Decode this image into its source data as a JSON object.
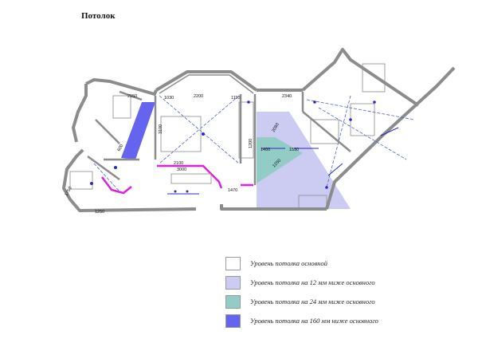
{
  "title": "Потолок",
  "colors": {
    "base": "#ffffff",
    "minus12": "#ccccf2",
    "minus24": "#93cbc6",
    "minus160": "#6464ee",
    "wall": "#8c8c8c",
    "accent": "#e020e0",
    "fixture": "#2a2acc"
  },
  "legend": [
    {
      "label": "Уровень потолка основной",
      "color": "#ffffff"
    },
    {
      "label": "Уровень потолка на 12 мм ниже основного",
      "color": "#ccccf2"
    },
    {
      "label": "Уровень потолка на 24 мм ниже основного",
      "color": "#93cbc6"
    },
    {
      "label": "Уровень потолка на 160 мм ниже основного",
      "color": "#6464ee"
    }
  ],
  "dimensions": {
    "d1": "1030",
    "d2": "2200",
    "d3": "1110",
    "d4": "2340",
    "d5": "2150",
    "d6": "3100",
    "d7": "2100",
    "d8": "3000",
    "d9": "1470",
    "d10": "1550",
    "d11": "1400",
    "d12": "2080",
    "d13": "1200",
    "d14": "1750",
    "d15": "1250",
    "d16": "600",
    "d17": "1250"
  }
}
